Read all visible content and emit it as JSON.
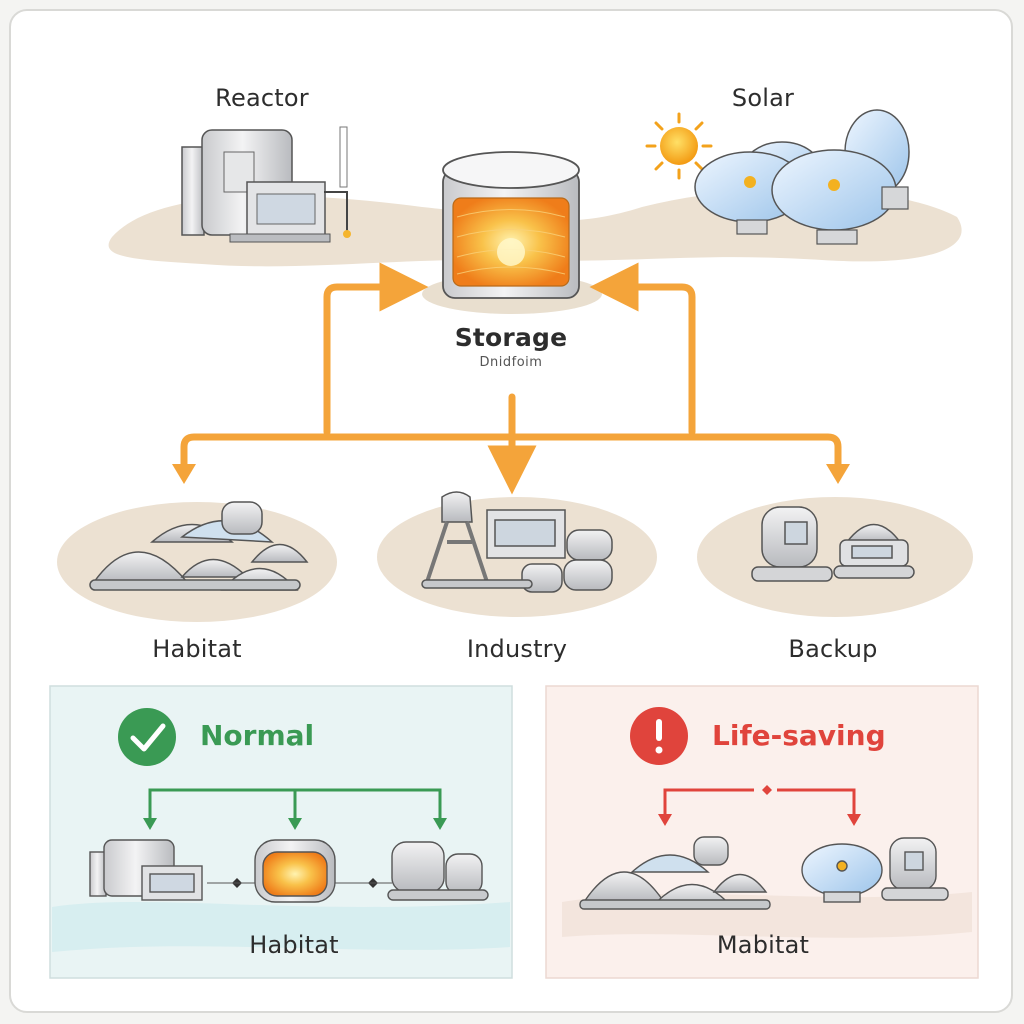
{
  "nodes": {
    "reactor": {
      "label": "Reactor"
    },
    "solar": {
      "label": "Solar"
    },
    "storage": {
      "label": "Storage",
      "sublabel": "Dnidfoim"
    },
    "habitat": {
      "label": "Habitat"
    },
    "industry": {
      "label": "Industry"
    },
    "backup": {
      "label": "Backup",
      "note": ""
    }
  },
  "modes": {
    "normal": {
      "title": "Normal",
      "footer_label": "Habitat",
      "badge_glyph": "✓",
      "accent": "#3a9a54",
      "panel_bg": "#e9f4f4"
    },
    "life_saving": {
      "title": "Life-saving",
      "footer_label": "Mabitat",
      "badge_glyph": "!",
      "accent": "#e0443c",
      "panel_bg": "#fbf0ec"
    }
  },
  "colors": {
    "flow_arrow": "#f4a43a",
    "ground": "#eadfce",
    "equipment": "#d9dadc",
    "energy_core": "#f7a72a"
  },
  "icons": {
    "normal_badge": "check-circle-icon",
    "life_saving_badge": "alert-circle-icon",
    "sun": "sun-icon"
  }
}
